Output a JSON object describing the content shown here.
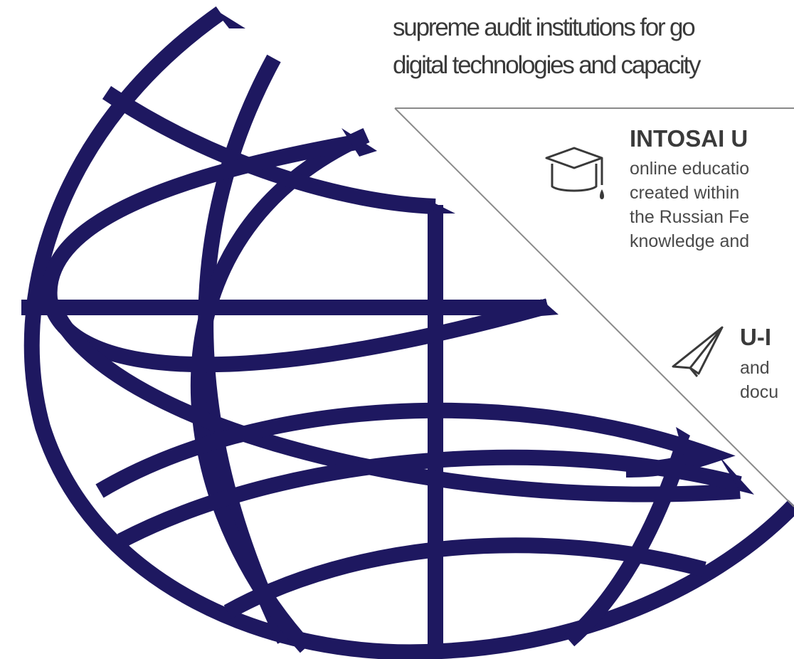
{
  "headline": {
    "line1": "supreme audit institutions for go",
    "line2": "digital technologies and capacity"
  },
  "item1": {
    "icon": "graduation-cap-icon",
    "title": "INTOSAI U",
    "lines": [
      "online educatio",
      "created within",
      "the Russian Fe",
      "knowledge and"
    ]
  },
  "item2": {
    "icon": "paper-plane-icon",
    "title": "U-I",
    "lines": [
      "and",
      "docu"
    ]
  },
  "colors": {
    "globe": "#1e1860",
    "text": "#3a3a3a",
    "divider": "#8a8a8a"
  }
}
